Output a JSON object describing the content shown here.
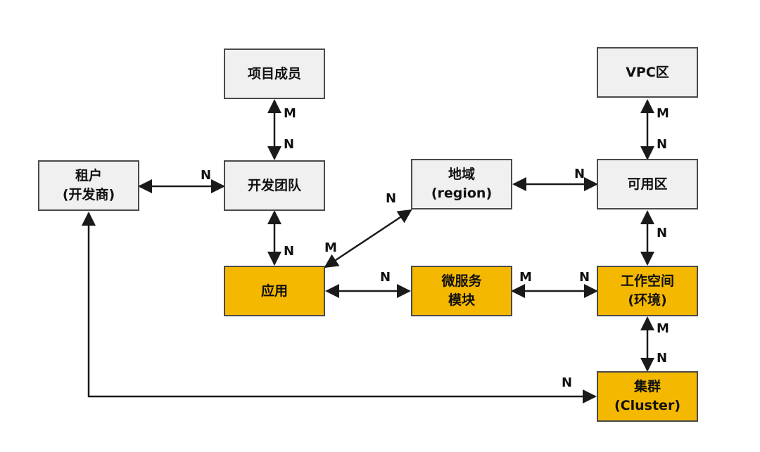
{
  "nodes": {
    "tenant": {
      "line1": "租户",
      "line2": "(开发商)"
    },
    "dev_team": {
      "line1": "开发团队"
    },
    "members": {
      "line1": "项目成员"
    },
    "application": {
      "line1": "应用"
    },
    "region": {
      "line1": "地域",
      "line2": "(region)"
    },
    "microservice": {
      "line1": "微服务",
      "line2": "模块"
    },
    "vpc": {
      "line1": "VPC区"
    },
    "az": {
      "line1": "可用区"
    },
    "workspace": {
      "line1": "工作空间",
      "line2": "(环境)"
    },
    "cluster": {
      "line1": "集群",
      "line2": "(Cluster)"
    }
  },
  "labels": {
    "tenant_devteam_n": "N",
    "members_devteam_m": "M",
    "members_devteam_n": "N",
    "devteam_app_n": "N",
    "region_app_n": "N",
    "region_app_m": "M",
    "region_az_n": "N",
    "vpc_az_m": "M",
    "vpc_az_n": "N",
    "az_workspace_n": "N",
    "app_micro_n": "N",
    "micro_workspace_m": "M",
    "micro_workspace_n": "N",
    "workspace_cluster_m": "M",
    "workspace_cluster_n": "N",
    "tenant_cluster_n": "N"
  },
  "colors": {
    "grey_fill": "#f0f0f0",
    "orange_fill": "#f5b800",
    "border": "#4a4a4a",
    "arrow": "#1a1a1a"
  }
}
